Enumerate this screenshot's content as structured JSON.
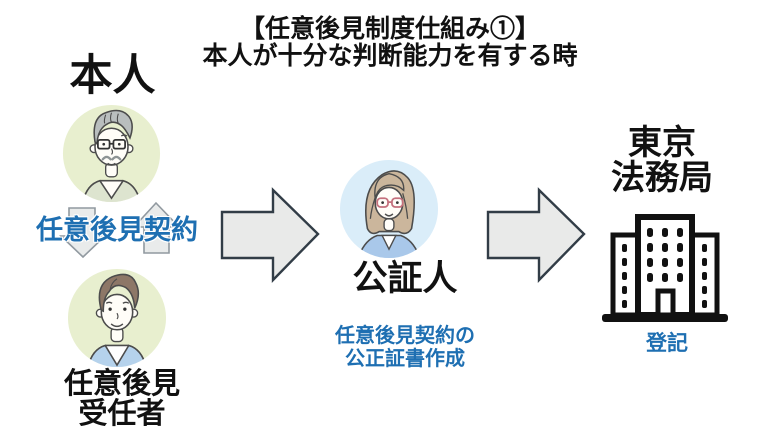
{
  "title": {
    "line1": "【任意後見制度仕組み①】",
    "line2": "本人が十分な判断能力を有する時"
  },
  "left_column": {
    "heading": "本人",
    "contract_label": "任意後見契約",
    "delegate_label_line1": "任意後見",
    "delegate_label_line2": "受任者"
  },
  "middle_column": {
    "heading": "公証人",
    "note_line1": "任意後見契約の",
    "note_line2": "公正証書作成"
  },
  "right_column": {
    "heading_line1": "東京",
    "heading_line2": "法務局",
    "caption": "登記"
  },
  "icons": {
    "elder_avatar": "elderly-man-avatar",
    "young_avatar": "young-man-avatar",
    "notary_avatar": "notary-woman-avatar",
    "mini_down_arrow": "down-arrow-icon",
    "mini_up_arrow": "up-arrow-icon",
    "flow_arrow_1": "right-arrow-icon",
    "flow_arrow_2": "right-arrow-icon",
    "building": "government-building-icon"
  },
  "colors": {
    "accent_blue": "#1e6fb2",
    "text_black": "#111111",
    "avatar_green_bg": "#e8efcf",
    "avatar_blue_bg": "#daedf9",
    "flow_arrow_fill": "#e9eae9",
    "flow_arrow_stroke": "#323d47",
    "mini_arrow_fill": "#e9ebeb",
    "mini_arrow_stroke": "#9199a0",
    "building_black": "#111111"
  }
}
